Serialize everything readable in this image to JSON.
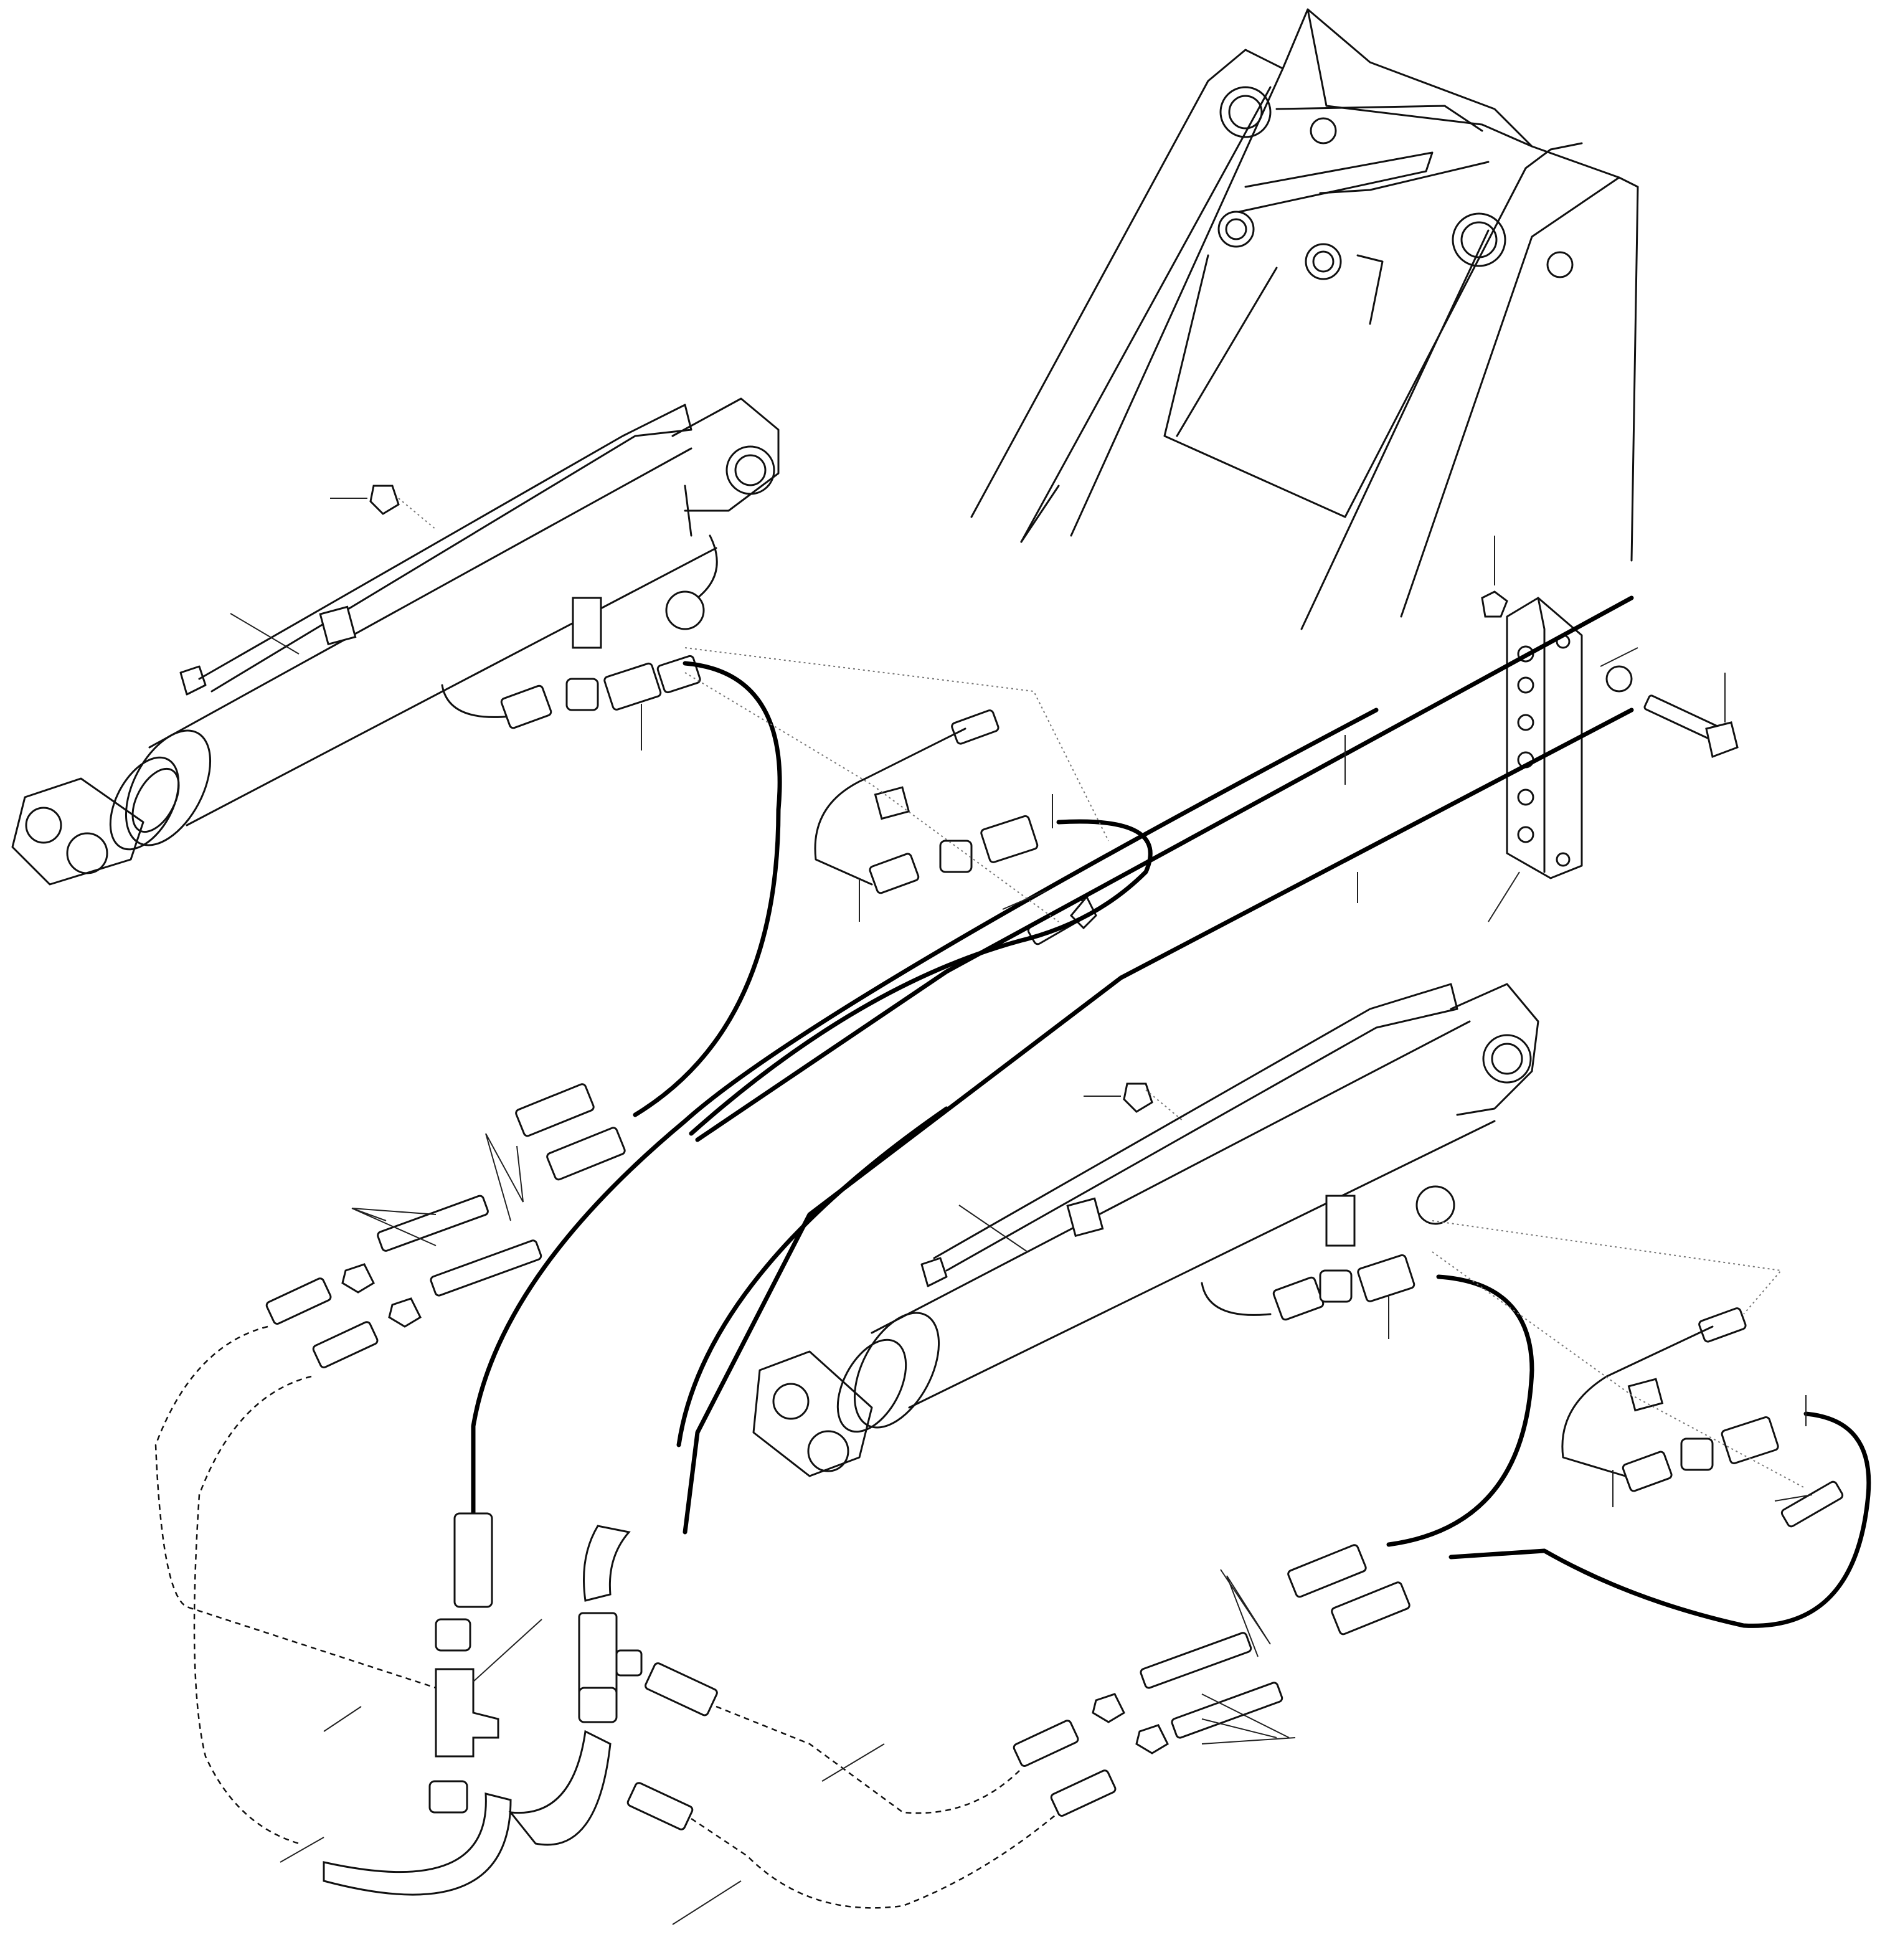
{
  "colors": {
    "line": "#111111",
    "hose": "#000000",
    "background": "#ffffff"
  },
  "icons": {
    "boom": "loader-boom-frame",
    "cylinder": "hydraulic-cylinder",
    "clamp": "hose-clamp-block",
    "nut": "hex-nut",
    "bolt": "hex-bolt",
    "tee": "tee-fitting",
    "elbow": "elbow-fitting",
    "adapter": "hose-adapter"
  }
}
